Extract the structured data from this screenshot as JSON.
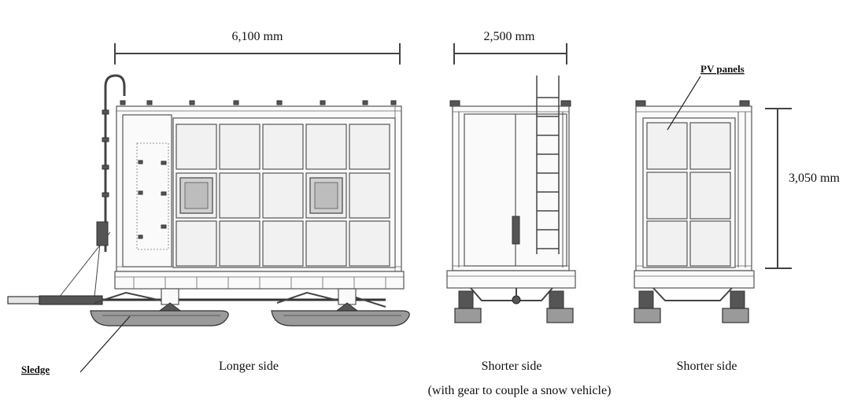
{
  "dimensions": {
    "length": "6,100 mm",
    "width": "2,500 mm",
    "height": "3,050 mm"
  },
  "callouts": {
    "pv_panels": "PV panels",
    "sledge": "Sledge"
  },
  "views": {
    "longer_side": "Longer side",
    "shorter_side_1": "Shorter side",
    "shorter_side_1_note": "(with gear to couple a snow vehicle)",
    "shorter_side_2": "Shorter side"
  }
}
